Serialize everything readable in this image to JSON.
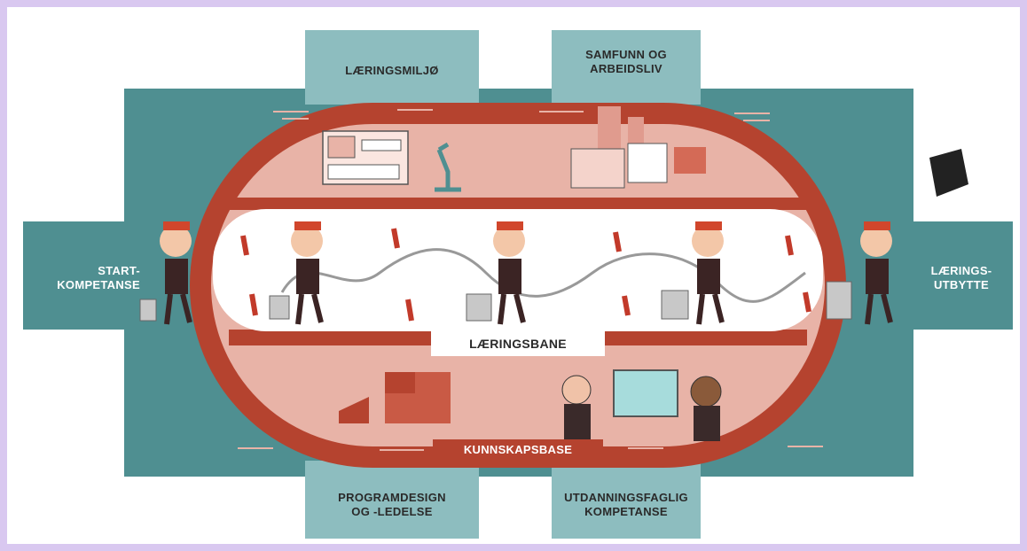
{
  "labels": {
    "learning_environment": "LÆRINGSMILJØ",
    "society_line1": "SAMFUNN OG",
    "society_line2": "ARBEIDSLIV",
    "start_line1": "START-",
    "start_line2": "KOMPETANSE",
    "outcome_line1": "LÆRINGS-",
    "outcome_line2": "UTBYTTE",
    "learning_path": "LÆRINGSBANE",
    "knowledge_base": "KUNNSKAPSBASE",
    "program_line1": "PROGRAMDESIGN",
    "program_line2": "OG -LEDELSE",
    "teaching_line1": "UTDANNINGSFAGLIG",
    "teaching_line2": "KOMPETANSE"
  },
  "colors": {
    "teal_dark": "#4f8f91",
    "teal_light": "#8dbdbf",
    "track_red": "#b5432f",
    "track_pink": "#e8b3a7",
    "lane_white": "#ffffff",
    "background": "#d9c8f0"
  },
  "icons": [
    "student-figure",
    "suitcase",
    "building",
    "microscope",
    "factory",
    "teachers",
    "whiteboard",
    "graduation-cap",
    "brick-stack",
    "hurdle"
  ]
}
